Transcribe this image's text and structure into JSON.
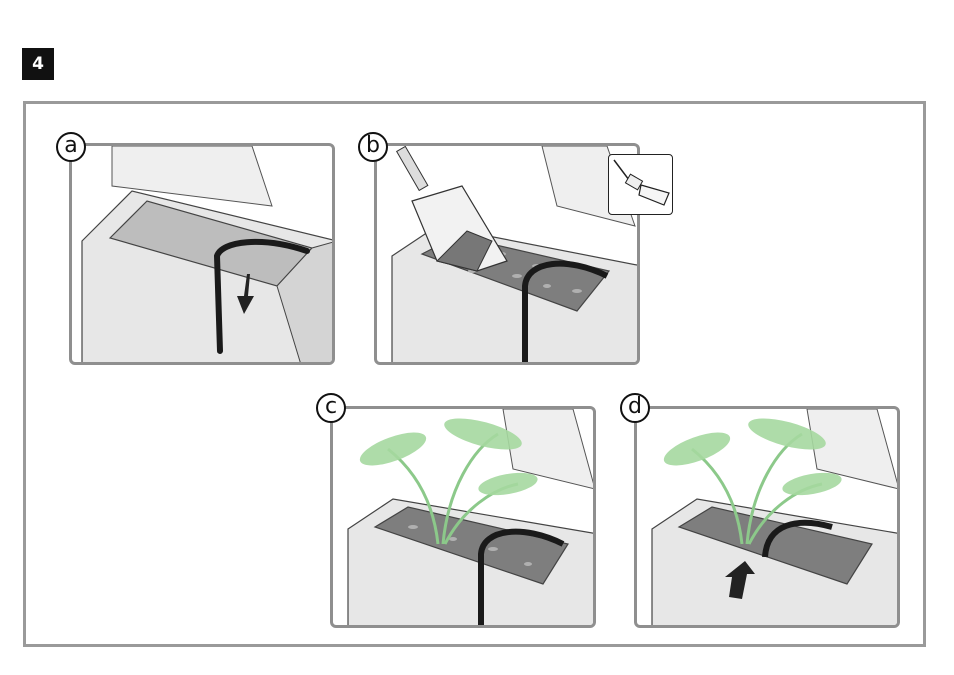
{
  "step_number": "4",
  "panels": [
    {
      "label": "a"
    },
    {
      "label": "b"
    },
    {
      "label": "c"
    },
    {
      "label": "d"
    }
  ],
  "colors": {
    "frame": "#9a9a9a",
    "planter": "#e6e6e6",
    "soil": "#8a8a8a",
    "tube": "#1a1a1a",
    "leaf": "#8cc98a"
  }
}
